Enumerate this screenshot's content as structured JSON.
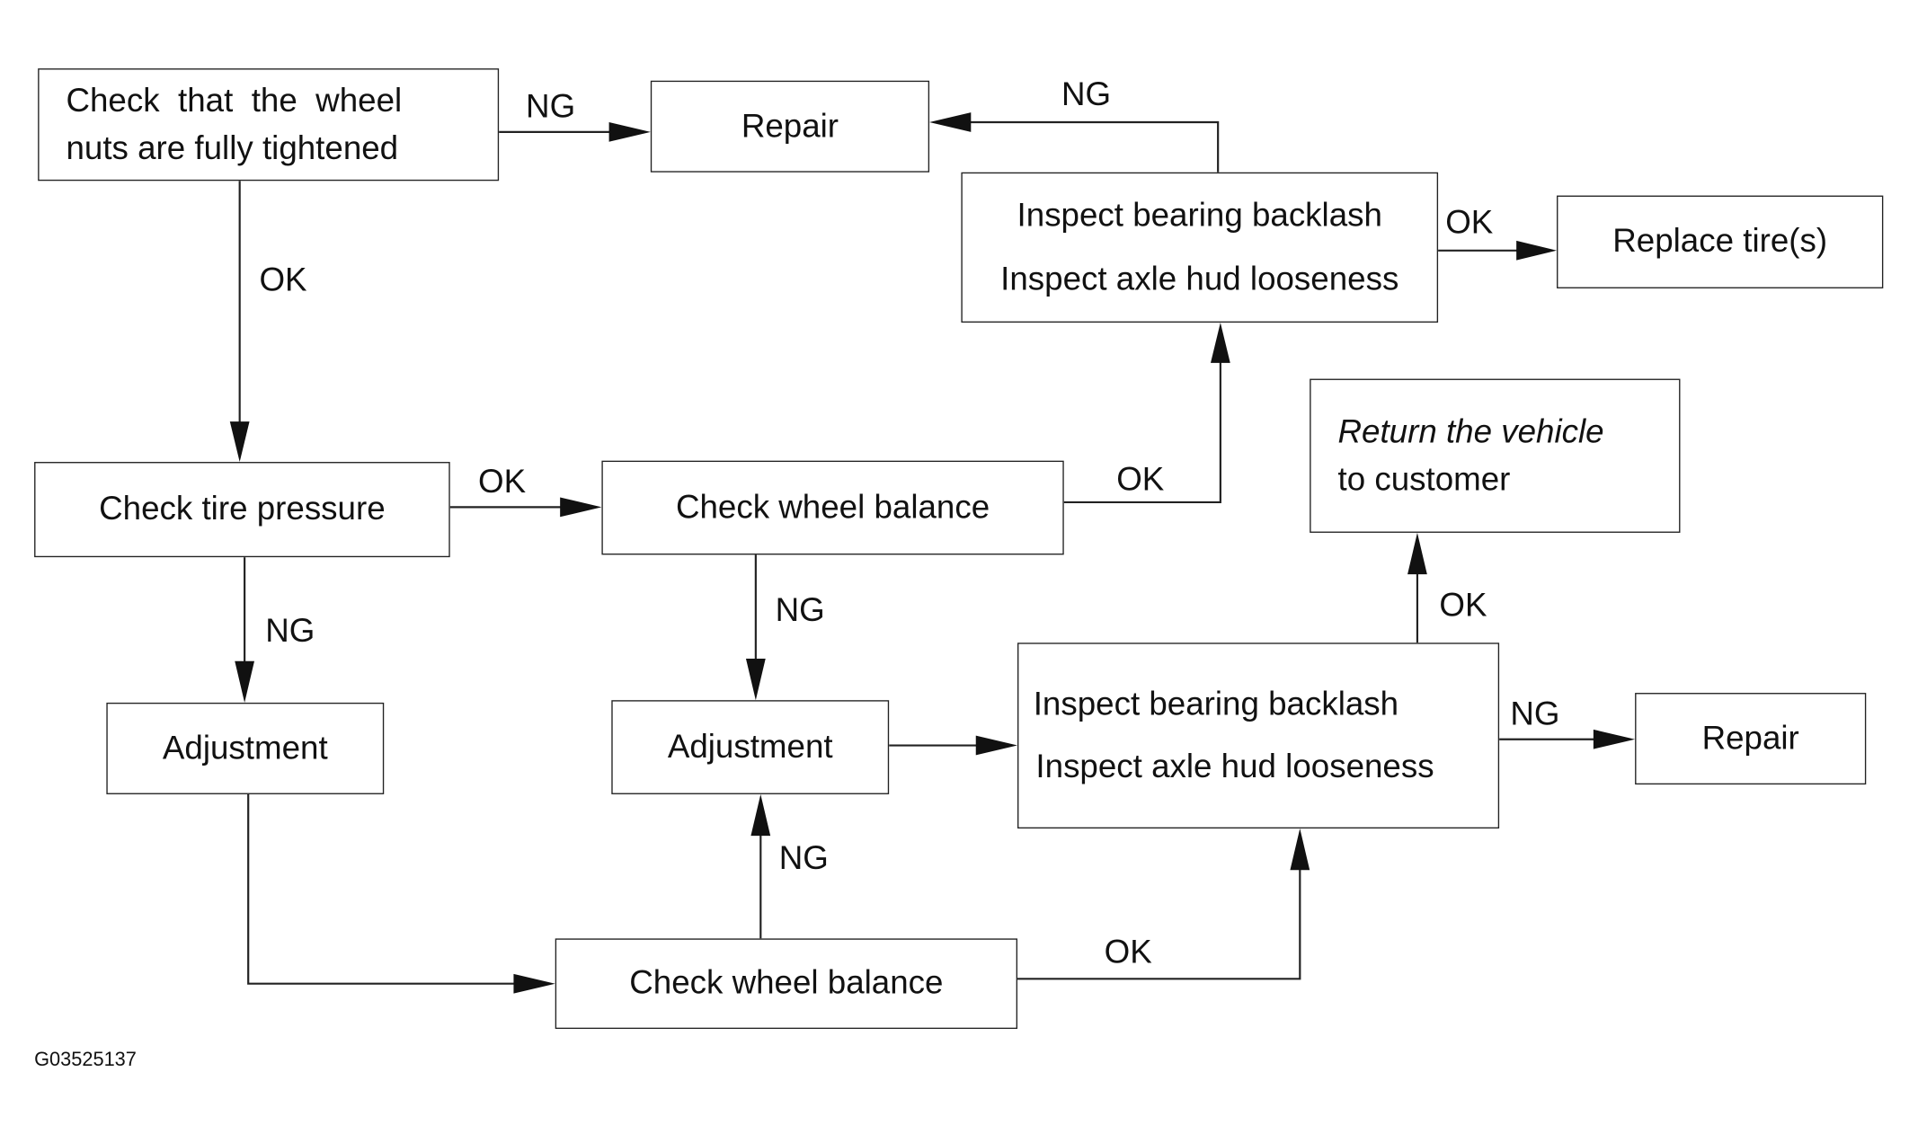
{
  "boxes": {
    "check_wheel_nuts": {
      "line1": "Check  that  the  wheel",
      "line2": "nuts are fully tightened"
    },
    "repair_top": "Repair",
    "inspect_bearing_top": {
      "line1": "Inspect bearing backlash",
      "line2": "Inspect axle hud looseness"
    },
    "replace_tires": "Replace tire(s)",
    "check_tire_pressure": "Check tire pressure",
    "check_wheel_balance_top": "Check wheel balance",
    "return_vehicle": {
      "line1": "Return the vehicle",
      "line2": "to customer"
    },
    "adjustment_left": "Adjustment",
    "adjustment_mid": "Adjustment",
    "inspect_bearing_bottom": {
      "line1": "Inspect bearing backlash",
      "line2": "Inspect axle hud looseness"
    },
    "repair_bottom": "Repair",
    "check_wheel_balance_bottom": "Check wheel balance"
  },
  "labels": {
    "nuts_to_repair": "NG",
    "nuts_to_pressure": "OK",
    "inspect_top_to_repair": "NG",
    "inspect_top_to_replace": "OK",
    "pressure_to_balance": "OK",
    "balance_top_to_inspect": "OK",
    "pressure_to_adjust": "NG",
    "balance_top_to_adjust": "NG",
    "inspect_bottom_to_return": "OK",
    "inspect_bottom_to_repair": "NG",
    "balance_bottom_to_adjust": "NG",
    "balance_bottom_to_inspect": "OK"
  },
  "figure_id": "G03525137"
}
